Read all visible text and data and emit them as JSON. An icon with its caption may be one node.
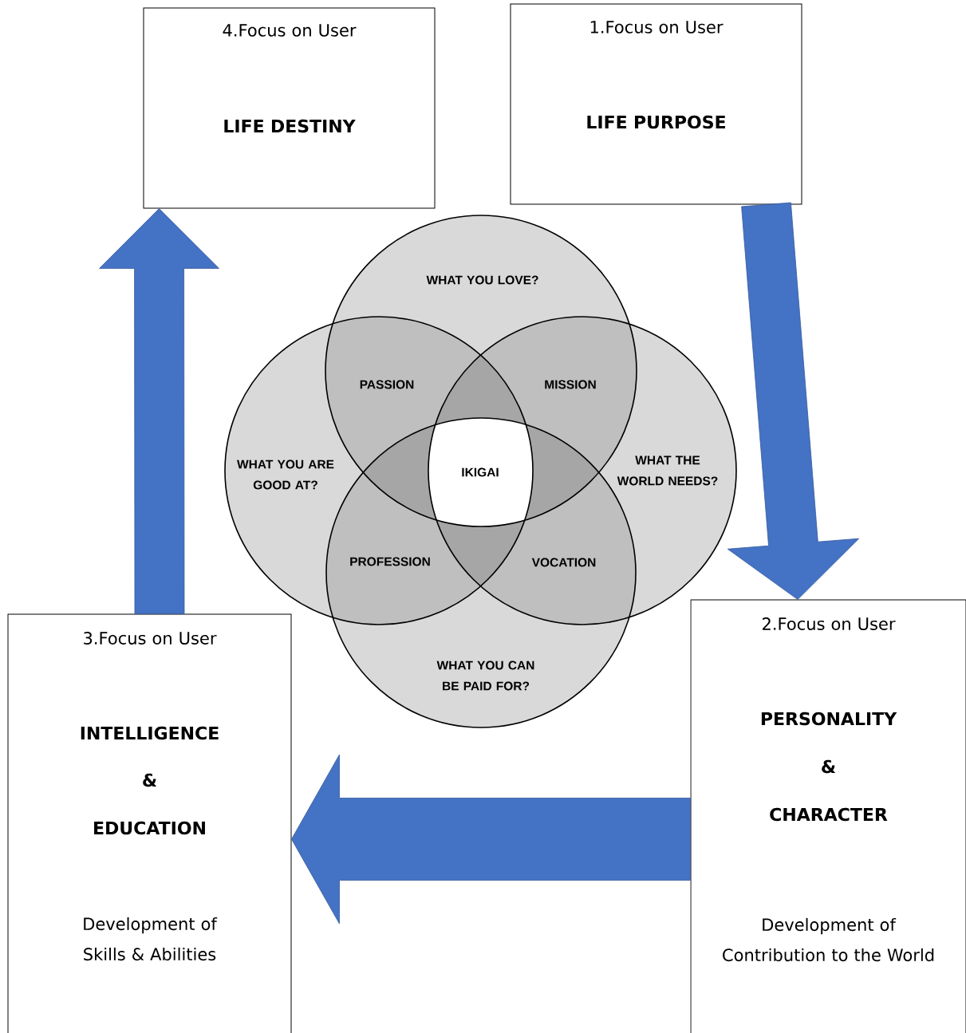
{
  "diagram": {
    "nodes": [
      {
        "text": [
          "4.Focus on User",
          "LIFE DESTINY"
        ]
      },
      {
        "text": [
          "1.Focus on User",
          "LIFE PURPOSE"
        ]
      },
      {
        "text": [
          "WHAT YOU LOVE?"
        ]
      },
      {
        "text": [
          "WHAT YOU ARE GOOD AT?"
        ]
      },
      {
        "text": [
          "WHAT THE WORLD NEEDS?"
        ]
      },
      {
        "text": [
          "WHAT YOU CAN BE PAID FOR?"
        ]
      },
      {
        "text": [
          "3.Focus on User",
          "INTELLIGENCE",
          "&",
          "EDUCATION",
          "Development of Skills & Abilities"
        ]
      },
      {
        "text": [
          "2.Focus on User",
          "PERSONALITY",
          "&",
          "CHARACTER",
          "Development of Contribution to the World"
        ]
      }
    ],
    "edges": [
      {
        "from": 1,
        "to": 7,
        "arrow": "to"
      },
      {
        "from": 7,
        "to": 6,
        "arrow": "to"
      },
      {
        "from": 6,
        "to": 0,
        "arrow": "to"
      }
    ],
    "labels": [
      "PASSION",
      "MISSION",
      "IKIGAI",
      "PROFESSION",
      "VOCATION"
    ]
  }
}
